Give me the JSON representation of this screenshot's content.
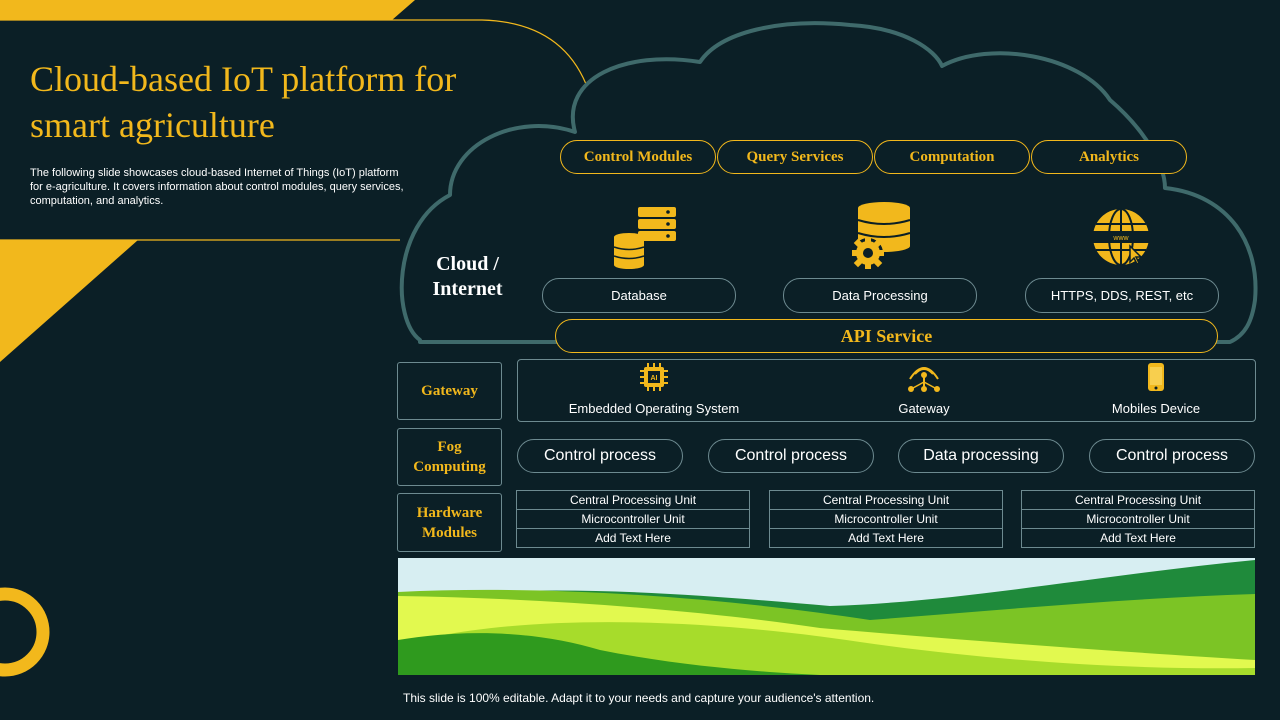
{
  "title": "Cloud-based IoT platform for smart agriculture",
  "description": "The following slide showcases cloud-based Internet of Things (IoT) platform for e-agriculture. It covers information about control modules, query services, computation, and analytics.",
  "cloud_label": "Cloud / Internet",
  "tabs": [
    "Control Modules",
    "Query Services",
    "Computation",
    "Analytics"
  ],
  "services": [
    "Database",
    "Data Processing",
    "HTTPS, DDS, REST, etc"
  ],
  "service_icons": [
    "database-servers-icon",
    "data-processing-gear-icon",
    "globe-www-icon"
  ],
  "api_service": "API Service",
  "layers": {
    "gateway": "Gateway",
    "fog": "Fog Computing",
    "hardware": "Hardware Modules"
  },
  "gateway_items": [
    "Embedded Operating System",
    "Gateway",
    "Mobiles Device"
  ],
  "gateway_icons": [
    "ai-chip-icon",
    "gateway-antenna-icon",
    "mobile-phone-icon"
  ],
  "fog_items": [
    "Control process",
    "Control process",
    "Data processing",
    "Control process"
  ],
  "hardware_columns": [
    [
      "Central Processing Unit",
      "Microcontroller Unit",
      "Add Text Here"
    ],
    [
      "Central Processing Unit",
      "Microcontroller Unit",
      "Add Text Here"
    ],
    [
      "Central Processing Unit",
      "Microcontroller Unit",
      "Add Text Here"
    ]
  ],
  "footer": "This slide is 100% editable. Adapt it to your needs and capture your audience's attention.",
  "colors": {
    "background": "#0b1f26",
    "accent": "#f2b81c",
    "outline": "#6d8a90",
    "cloud_outline": "#3f6a6b"
  }
}
